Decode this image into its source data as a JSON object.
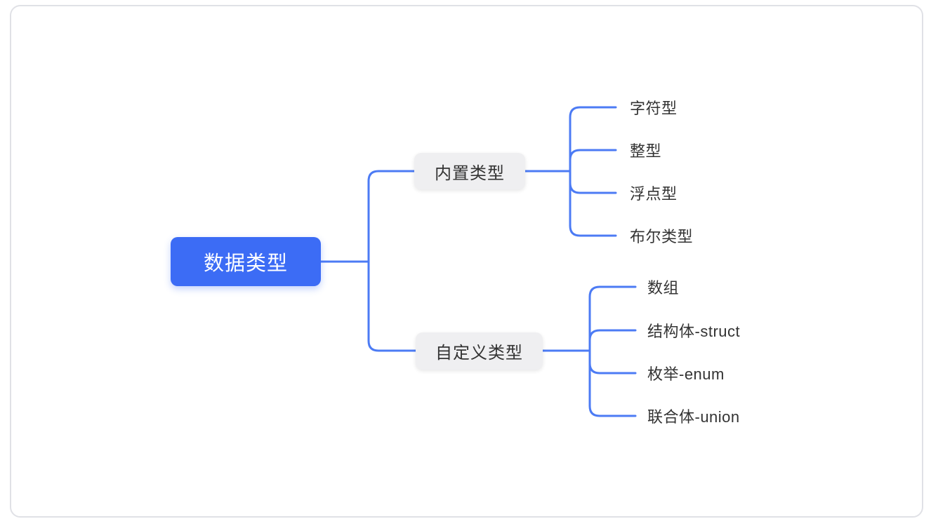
{
  "colors": {
    "line": "#4c7bf4",
    "root_bg": "#3c6cf5",
    "root_text": "#ffffff",
    "branch_bg": "#efeff1",
    "node_text": "#333333",
    "card_border": "#e0e1e6",
    "page_bg": "#ffffff"
  },
  "mindmap": {
    "root": {
      "label": "数据类型"
    },
    "branches": [
      {
        "label": "内置类型",
        "children": [
          {
            "label": "字符型"
          },
          {
            "label": "整型"
          },
          {
            "label": "浮点型"
          },
          {
            "label": "布尔类型"
          }
        ]
      },
      {
        "label": "自定义类型",
        "children": [
          {
            "label": "数组"
          },
          {
            "label": "结构体-struct"
          },
          {
            "label": "枚举-enum"
          },
          {
            "label": "联合体-union"
          }
        ]
      }
    ]
  }
}
